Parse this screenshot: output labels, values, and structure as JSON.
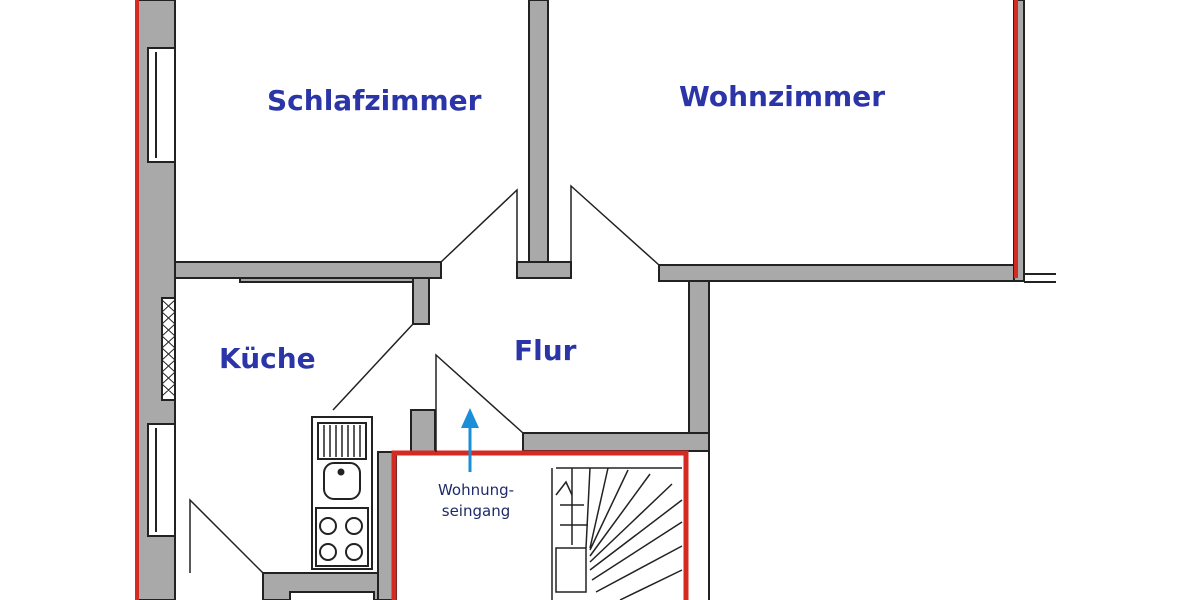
{
  "rooms": {
    "schlafzimmer": "Schlafzimmer",
    "wohnzimmer": "Wohnzimmer",
    "kueche": "Küche",
    "flur": "Flur"
  },
  "entrance": {
    "line1": "Wohnung-",
    "line2": "seingang"
  },
  "colors": {
    "wall": "#a9a9a9",
    "outline": "#222222",
    "boundary": "#d42a22",
    "label": "#2b35a8",
    "arrow": "#1a8fd8"
  }
}
